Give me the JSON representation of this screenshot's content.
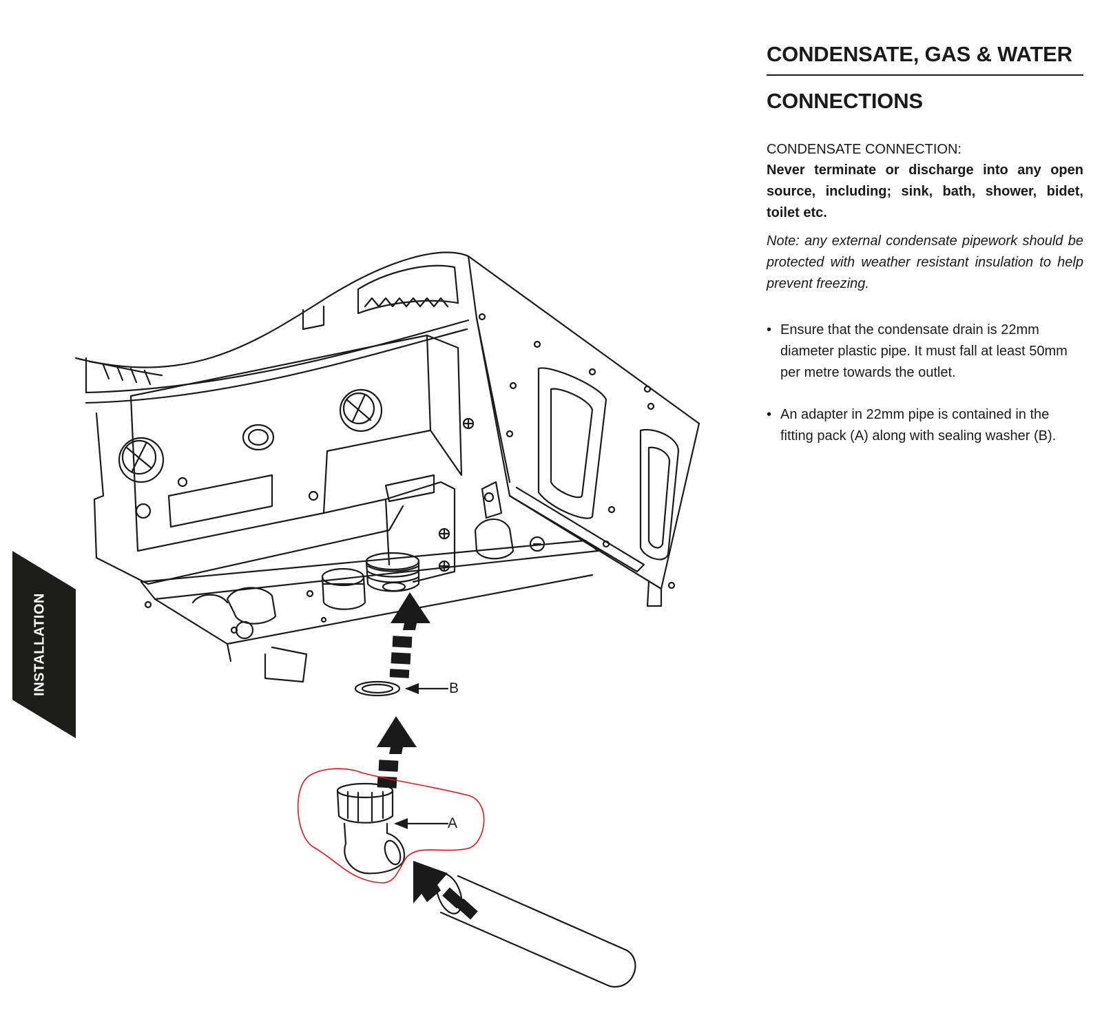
{
  "side_tab": {
    "label": "INSTALLATION"
  },
  "heading": {
    "line1": "CONDENSATE, GAS & WATER",
    "line2": "CONNECTIONS"
  },
  "condensate": {
    "heading": "CONDENSATE CONNECTION:",
    "warning": "Never terminate or discharge into any open source, including; sink, bath, shower, bidet, toilet etc.",
    "note": "Note: any external condensate pipework should be protected with weather resistant insulation to help prevent freezing.",
    "bullets": [
      "Ensure that the condensate drain is 22mm diameter plastic pipe. It must fall at least 50mm per metre towards the outlet.",
      "An adapter in 22mm pipe is contained in the fitting pack (A) along with sealing washer (B)."
    ]
  },
  "callouts": {
    "a": "A",
    "b": "B"
  },
  "colors": {
    "ink": "#1a1a1a",
    "highlight": "#e3161f",
    "tab": "#1d1d1b"
  }
}
